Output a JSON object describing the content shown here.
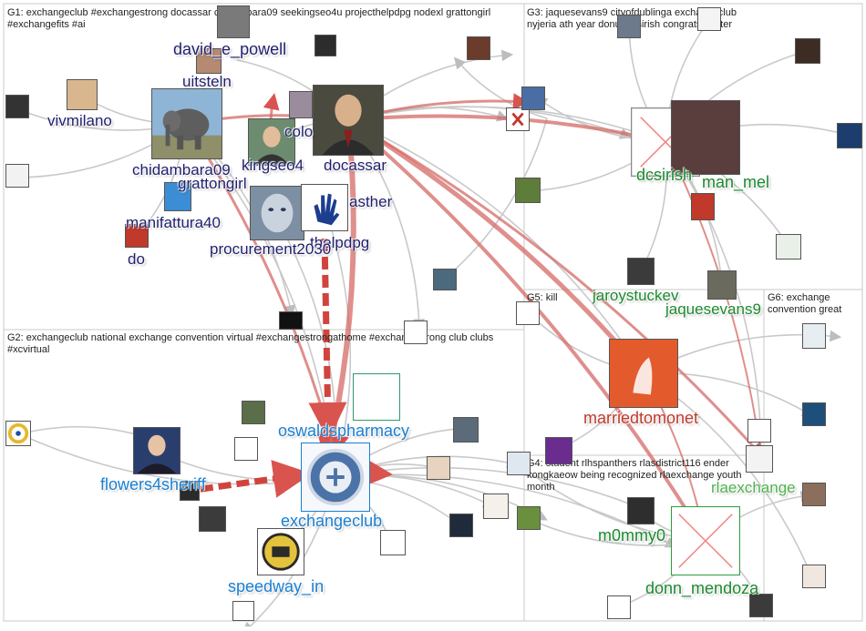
{
  "colors": {
    "g1": "#1f1f6e",
    "g2": "#1a7fd1",
    "g3": "#1b8a2e",
    "g4": "#1b8a2e",
    "g5": "#222222",
    "g6": "#222222",
    "red": "#c0392b",
    "edge": "#bdbdbd",
    "edge_red": "#d9534f"
  },
  "groups": {
    "g1": "G1: exchangeclub #exchangestrong docassar chidambara09 seekingseo4u projecthelpdpg nodexl grattongirl #exchangefits #ai",
    "g2": "G2: exchangeclub national exchange convention virtual #exchangestrongathome #exchangestrong club clubs #xcvirtual",
    "g3": "G3: jaquesevans9 cityofdublinga exchangeclub nyjeria ath year donut dcsirish congrats hester",
    "g4": "G4: student rlhspanthers rlasdistrict116 ender kongkaeow being recognized rlaexchange youth month",
    "g5": "G5: kill",
    "g6": "G6: exchange convention great"
  },
  "labels": {
    "david_e_powell": "david_e_powell",
    "uitsteln": "uitsteln",
    "vivmilano": "vivmilano",
    "chidambara09": "chidambara09",
    "kingseo4": "kingseo4",
    "docassar": "docassar",
    "colo": "colo",
    "grattongirl": "grattongirl",
    "manifattura40": "manifattura40",
    "do": "do",
    "asther": "asther",
    "procurement2030": "procurement2030",
    "thelpdpg": "thelpdpg",
    "dcsirish": "dcsirish",
    "man_mel": "man_mel",
    "jaroystuckev": "jaroystuckev",
    "jaquesevans9": "jaquesevans9",
    "marriedtomonet": "marriedtomonet",
    "oswaldspharmacy": "oswaldspharmacy",
    "flowers4sheriff": "flowers4sheriff",
    "exchangeclub": "exchangeclub",
    "speedway_in": "speedway_in",
    "rlaexchange": "rlaexchange",
    "m0mmy0": "m0mmy0",
    "donn_mendoza": "donn_mendoza"
  },
  "icons": [
    "elephant-photo-icon",
    "portrait-photo-icon",
    "robot-face-icon",
    "handprint-logo-icon",
    "exchangeclub-seal-icon",
    "broken-image-icon",
    "rotary-logo-icon",
    "speedway-logo-icon"
  ]
}
